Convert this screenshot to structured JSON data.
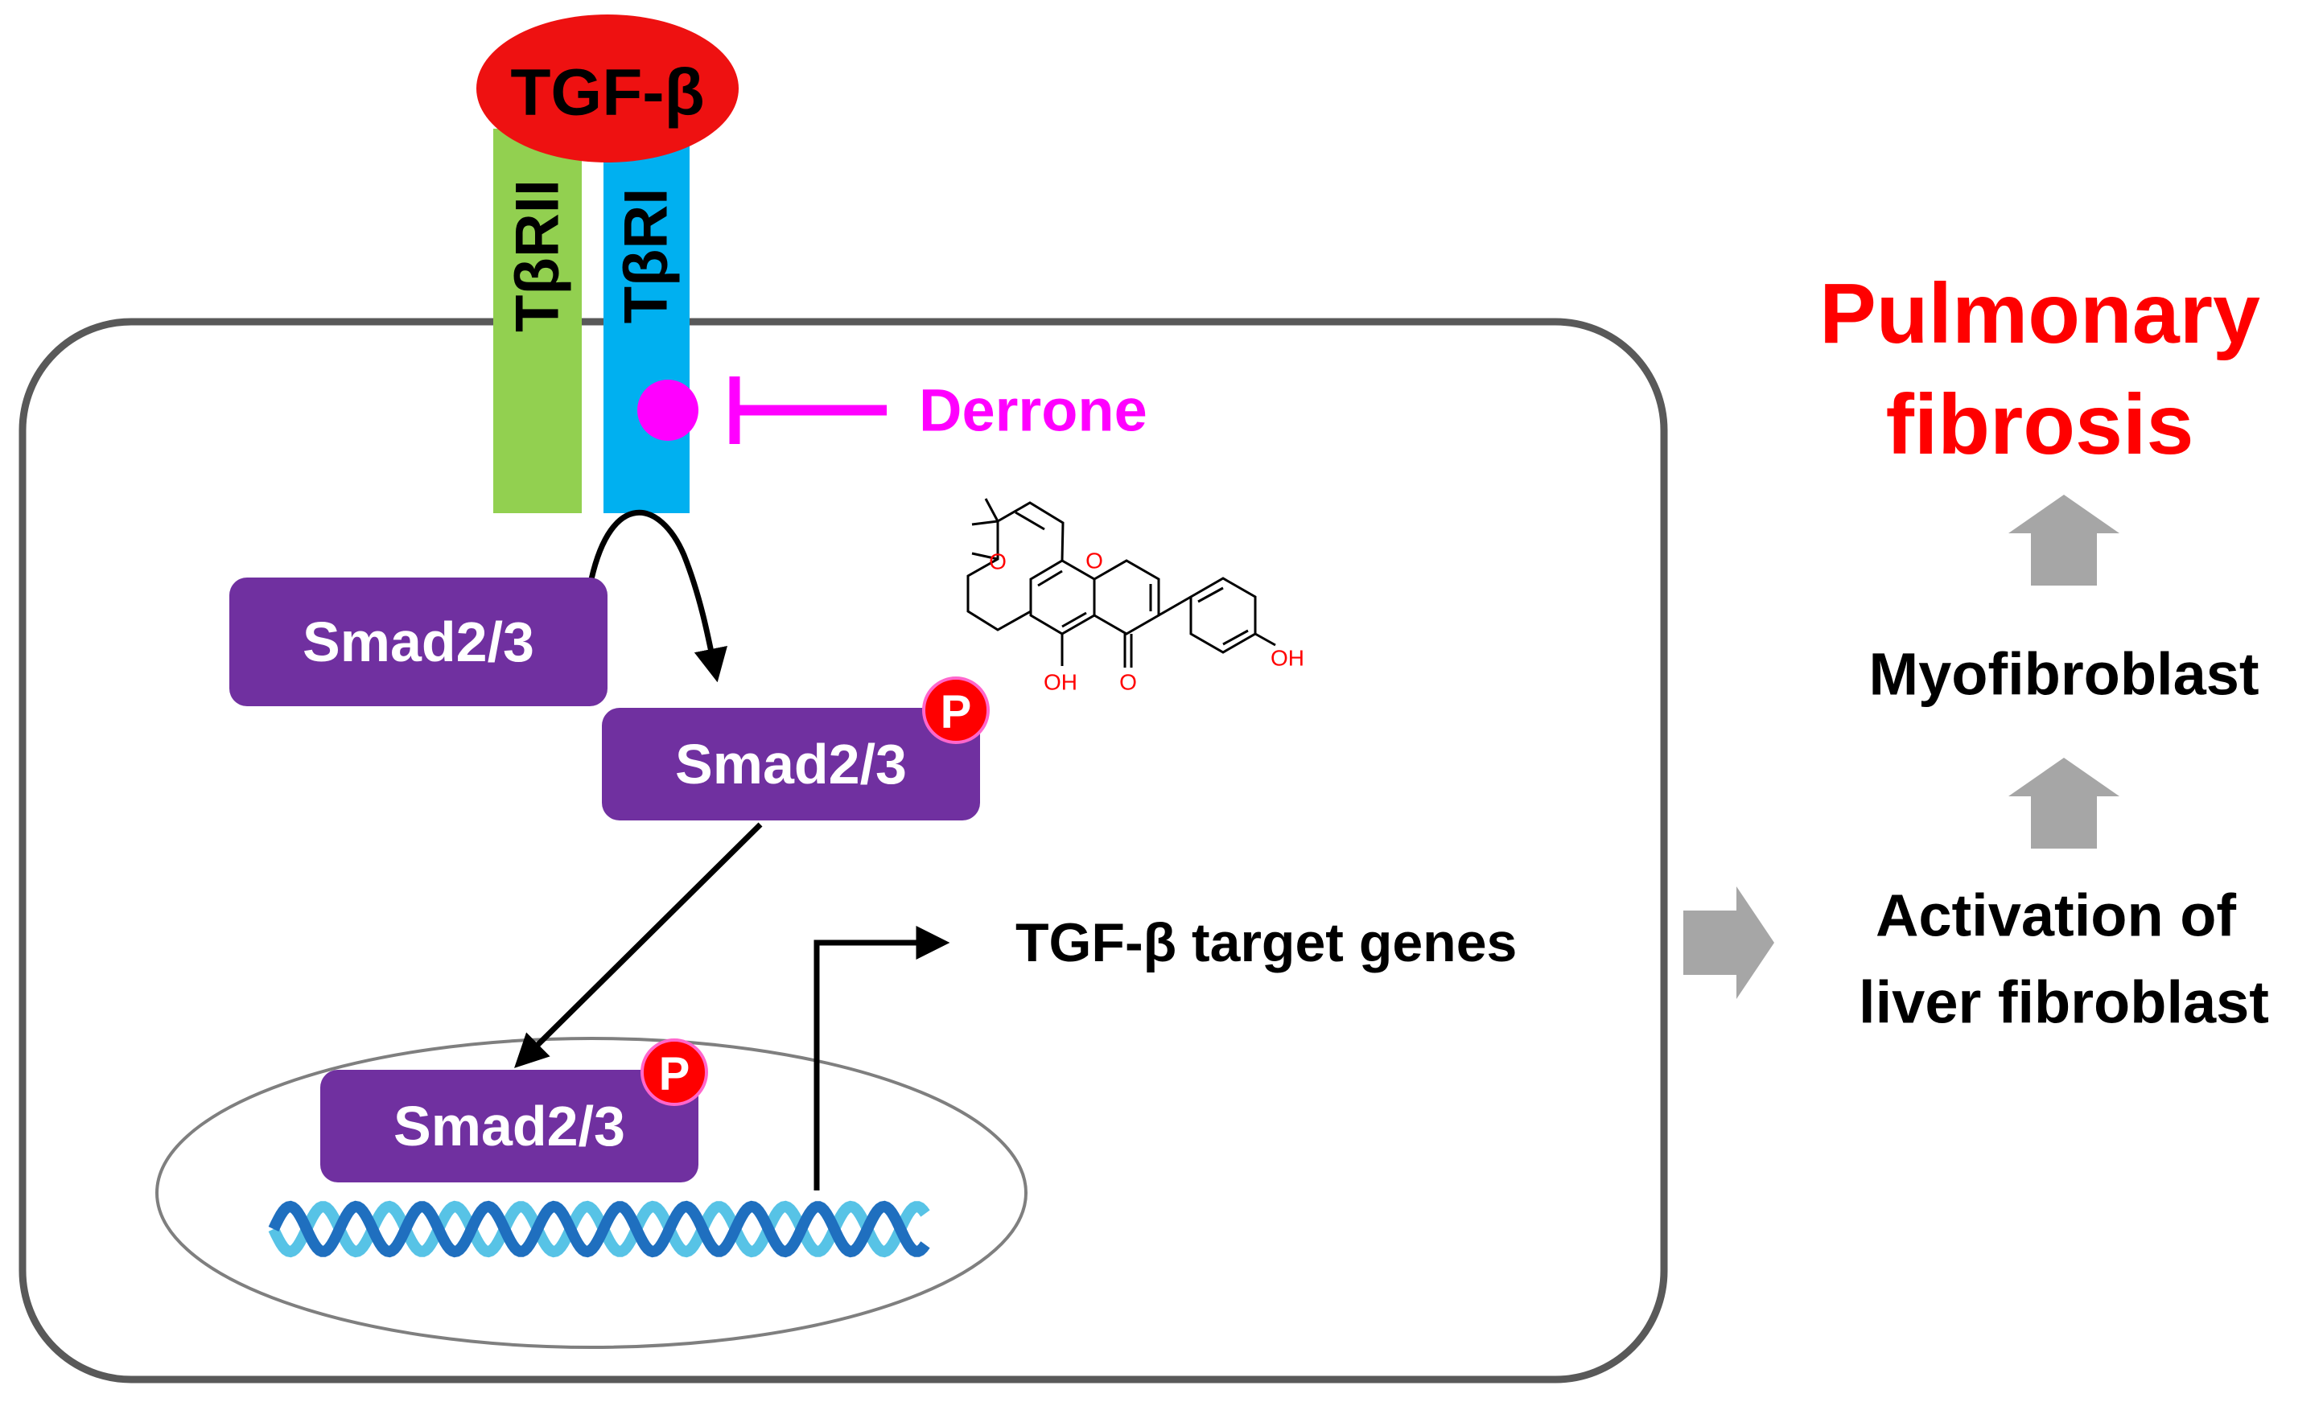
{
  "ligand": {
    "label": "TGF-β",
    "color": "#ee1111"
  },
  "receptors": [
    {
      "label": "TβRII",
      "color": "#92d050"
    },
    {
      "label": "TβRI",
      "color": "#00b0f0"
    }
  ],
  "inhibitor": {
    "label": "Derrone",
    "color": "#ff00ff"
  },
  "smad": {
    "label": "Smad2/3",
    "color": "#7030a0",
    "phospho_label": "P",
    "phospho_color": "#ff0000"
  },
  "chemical": {
    "oxygen_color": "#ff0000",
    "labels": {
      "ring_o1": "O",
      "ring_o2": "O",
      "hydroxyl_5": "OH",
      "carbonyl": "O",
      "hydroxyl_4p": "OH"
    }
  },
  "target_genes": "TGF-β target genes",
  "outcome": {
    "step1_line1": "Activation of",
    "step1_line2": "liver fibroblast",
    "step2": "Myofibroblast",
    "final_line1": "Pulmonary",
    "final_line2": "fibrosis",
    "final_color": "#ff0000",
    "arrow_color": "#a6a6a6"
  },
  "dna": {
    "colors": [
      "#57c3e6",
      "#1f6fbf"
    ]
  }
}
